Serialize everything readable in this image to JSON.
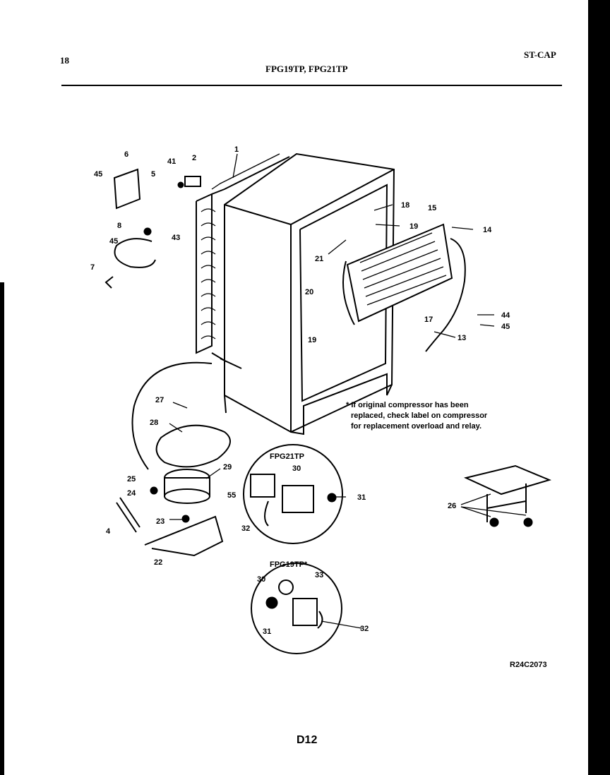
{
  "header": {
    "page_number": "18",
    "models": "FPG19TP, FPG21TP",
    "section_code": "ST-CAP"
  },
  "callouts": [
    "1",
    "2",
    "41",
    "6",
    "45",
    "5",
    "8",
    "45",
    "43",
    "7",
    "18",
    "19",
    "15",
    "14",
    "21",
    "20",
    "19",
    "17",
    "44",
    "45",
    "13",
    "27",
    "28",
    "25",
    "29",
    "24",
    "4",
    "23",
    "22",
    "30",
    "55",
    "31",
    "32",
    "26",
    "30",
    "33",
    "31",
    "32"
  ],
  "inset_labels": {
    "fpg21tp": "FPG21TP",
    "fpg19tp": "FPG19TP*"
  },
  "note": {
    "line1": "* If original compressor has been",
    "line2": "replaced, check label on compressor",
    "line3": "for replacement overload and relay."
  },
  "drawing_code": "R24C2073",
  "footer": "D12"
}
